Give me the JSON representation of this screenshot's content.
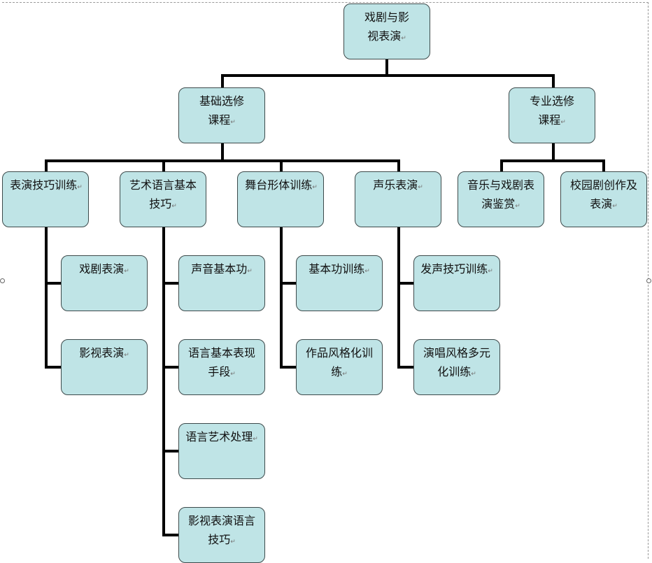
{
  "root": "戏剧与影视表演",
  "categories": [
    {
      "name": "基础选修课程",
      "children": [
        {
          "name": "表演技巧训练",
          "children": [
            "戏剧表演",
            "影视表演"
          ]
        },
        {
          "name": "艺术语言基本技巧",
          "children": [
            "声音基本功",
            "语言基本表现手段",
            "语言艺术处理",
            "影视表演语言技巧"
          ]
        },
        {
          "name": "舞台形体训练",
          "children": [
            "基本功训练",
            "作品风格化训练"
          ]
        },
        {
          "name": "声乐表演",
          "children": [
            "发声技巧训练",
            "演唱风格多元化训练"
          ]
        }
      ]
    },
    {
      "name": "专业选修课程",
      "children": [
        {
          "name": "音乐与戏剧表演鉴赏",
          "children": []
        },
        {
          "name": "校园剧创作及表演",
          "children": []
        }
      ]
    }
  ],
  "colors": {
    "box_fill": "#bfe4e6",
    "box_border": "#3d4a4b",
    "connector": "#000000"
  }
}
